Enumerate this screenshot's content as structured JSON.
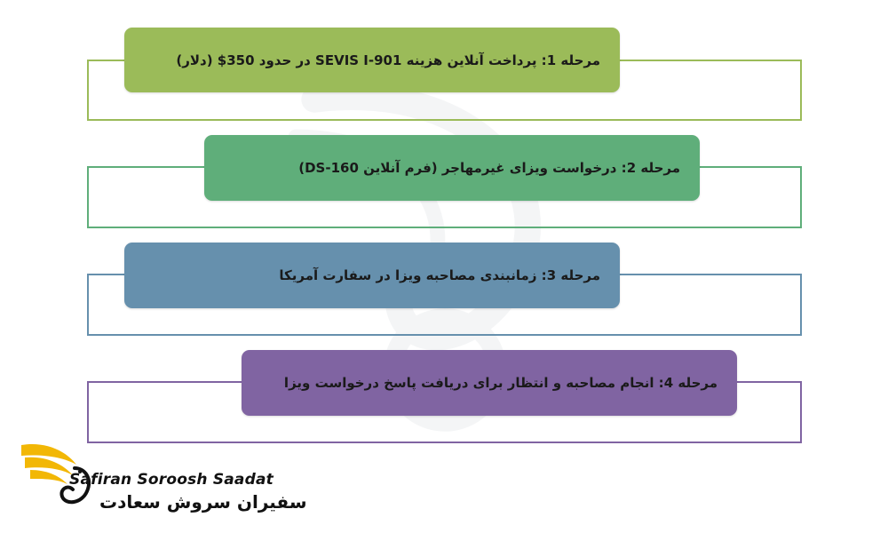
{
  "colors": {
    "step1": "#9bbb59",
    "step2": "#5fae7a",
    "step3": "#6690ad",
    "step4": "#8064a2",
    "logo_gold": "#f2b705",
    "logo_dark": "#111111"
  },
  "steps": [
    {
      "label": "مرحله 1: پرداخت آنلاین هزینه SEVIS I-901 در حدود 350$ (دلار)"
    },
    {
      "label": "مرحله 2: درخواست ویزای غیرمهاجر (فرم آنلاین DS-160)"
    },
    {
      "label": "مرحله 3: زمانبندی مصاحبه ویزا در سفارت آمریکا"
    },
    {
      "label": "مرحله 4: انجام مصاحبه و انتظار برای دریافت پاسخ درخواست ویزا"
    }
  ],
  "logo": {
    "icon": "golden-wing-icon",
    "name_en": "Safiran Soroosh Saadat",
    "name_fa": "سفیران سروش سعادت"
  }
}
